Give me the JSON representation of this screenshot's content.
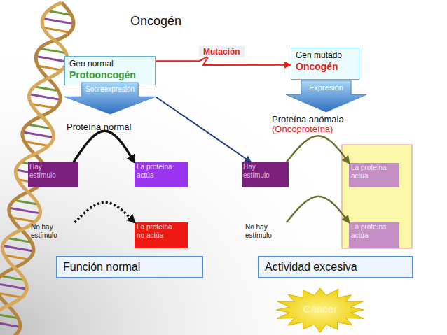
{
  "diagram": {
    "title": "Oncogén",
    "nodes": [
      {
        "text": [
          "Gen normal",
          "Protooncogén"
        ]
      },
      {
        "text": [
          "Gen mutado",
          "Oncogén"
        ]
      },
      {
        "text": [
          "Sobreexpresión"
        ]
      },
      {
        "text": [
          "Expresión"
        ]
      },
      {
        "text": [
          "Hay estímulo"
        ]
      },
      {
        "text": [
          "La proteína actúa"
        ]
      },
      {
        "text": [
          "No hay estímulo"
        ]
      },
      {
        "text": [
          "La proteína no actúa"
        ]
      },
      {
        "text": [
          "Hay estímulo"
        ]
      },
      {
        "text": [
          "La proteína actúa"
        ]
      },
      {
        "text": [
          "No hay estímulo"
        ]
      },
      {
        "text": [
          "La proteína actúa"
        ]
      },
      {
        "text": [
          "Función normal"
        ]
      },
      {
        "text": [
          "Actividad excesiva"
        ]
      },
      {
        "text": [
          "Cáncer"
        ]
      }
    ],
    "edges": [
      {
        "from": 0,
        "to": 1,
        "label": "Mutación",
        "arrow": "to"
      },
      {
        "from": 2,
        "to": 8,
        "arrow": "to"
      },
      {
        "from": 4,
        "to": 5,
        "arrow": "to"
      },
      {
        "from": 6,
        "to": 7,
        "arrow": "to"
      },
      {
        "from": 8,
        "to": 9,
        "arrow": "to"
      },
      {
        "from": 10,
        "to": 11,
        "arrow": "to"
      }
    ],
    "labels": [
      "Proteína normal",
      "Proteína anómala",
      "(Oncoproteína)"
    ]
  }
}
